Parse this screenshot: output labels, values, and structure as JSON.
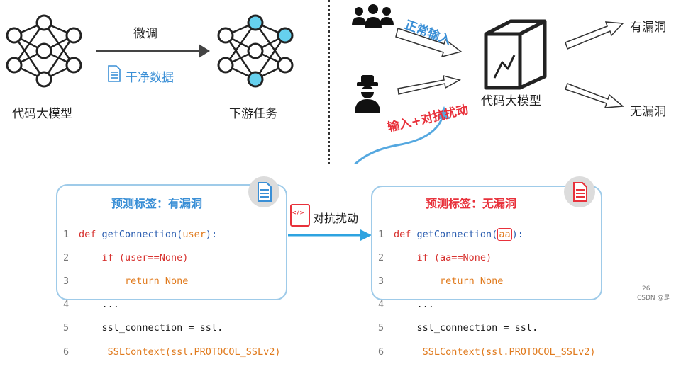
{
  "left": {
    "model_label": "代码大模型",
    "finetune_label": "微调",
    "clean_data_label": "干净数据",
    "downstream_label": "下游任务"
  },
  "right": {
    "normal_input_label": "正常输入",
    "adv_input_label": "输入+对抗扰动",
    "model_label": "代码大模型",
    "vuln_label": "有漏洞",
    "novuln_label": "无漏洞"
  },
  "middle": {
    "perturb_label": "对抗扰动",
    "perturb_icon": "</>"
  },
  "box_left": {
    "title": "预测标签：有漏洞",
    "lines": [
      {
        "n": "1",
        "a": "def ",
        "b": "getConnection(",
        "c": "user",
        "d": "):"
      },
      {
        "n": "2",
        "text": "    if (user==None)"
      },
      {
        "n": "3",
        "text": "        return None"
      },
      {
        "n": "4",
        "text": "    ..."
      },
      {
        "n": "5",
        "text": "    ssl_connection = ssl."
      },
      {
        "n": "6",
        "text": "     SSLContext(ssl.PROTOCOL_SSLv2)"
      }
    ]
  },
  "box_right": {
    "title": "预测标签：无漏洞",
    "lines": [
      {
        "n": "1",
        "a": "def ",
        "b": "getConnection(",
        "c": "aa",
        "d": "):"
      },
      {
        "n": "2",
        "text": "    if (aa==None)"
      },
      {
        "n": "3",
        "text": "        return None"
      },
      {
        "n": "4",
        "text": "    ..."
      },
      {
        "n": "5",
        "text": "    ssl_connection = ssl."
      },
      {
        "n": "6",
        "text": "     SSLContext(ssl.PROTOCOL_SSLv2)"
      }
    ]
  },
  "footer": {
    "page": "26",
    "watermark": "CSDN @是"
  },
  "colors": {
    "blue": "#3a8fd6",
    "red": "#e8313b",
    "box_border": "#9fcbe9"
  }
}
